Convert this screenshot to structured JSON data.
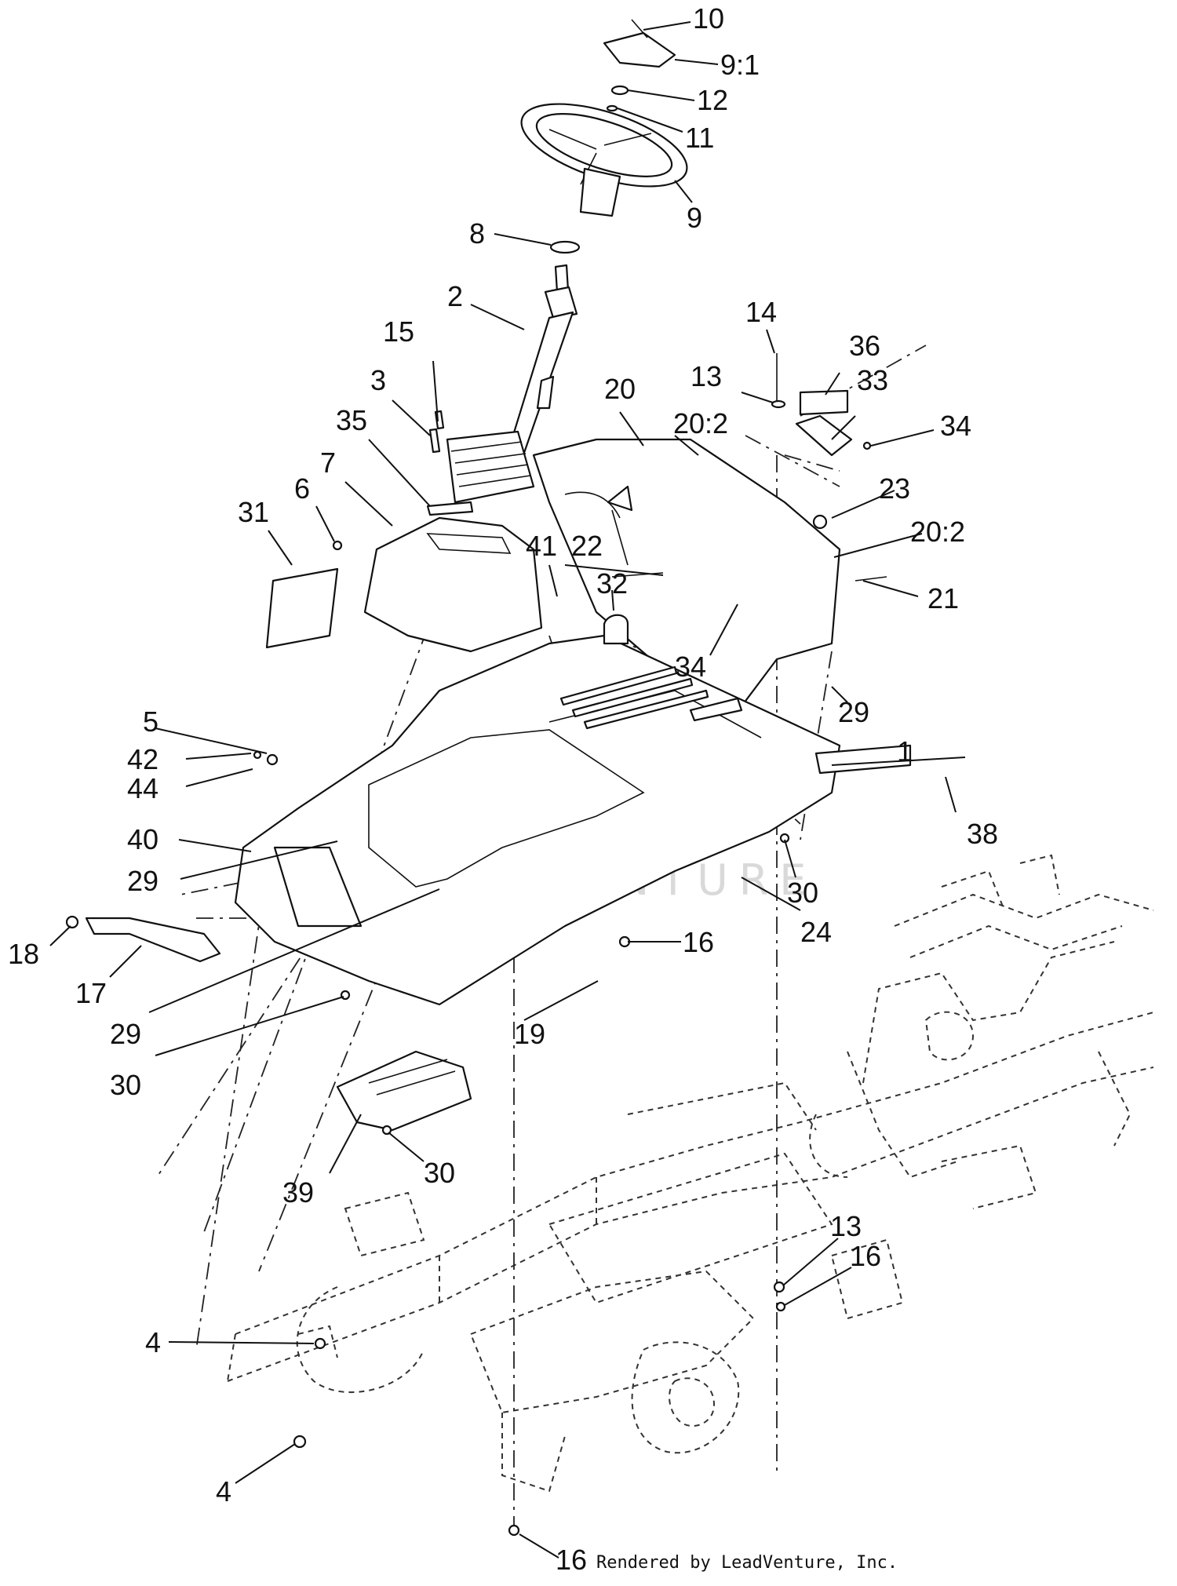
{
  "callouts": [
    {
      "id": "10",
      "text": "10"
    },
    {
      "id": "9-1",
      "text": "9:1"
    },
    {
      "id": "12",
      "text": "12"
    },
    {
      "id": "11",
      "text": "11"
    },
    {
      "id": "9",
      "text": "9"
    },
    {
      "id": "8",
      "text": "8"
    },
    {
      "id": "2",
      "text": "2"
    },
    {
      "id": "15",
      "text": "15"
    },
    {
      "id": "3",
      "text": "3"
    },
    {
      "id": "35",
      "text": "35"
    },
    {
      "id": "7",
      "text": "7"
    },
    {
      "id": "6",
      "text": "6"
    },
    {
      "id": "31",
      "text": "31"
    },
    {
      "id": "14",
      "text": "14"
    },
    {
      "id": "13-top",
      "text": "13"
    },
    {
      "id": "36",
      "text": "36"
    },
    {
      "id": "33",
      "text": "33"
    },
    {
      "id": "34-right",
      "text": "34"
    },
    {
      "id": "20",
      "text": "20"
    },
    {
      "id": "20-2-a",
      "text": "20:2"
    },
    {
      "id": "23",
      "text": "23"
    },
    {
      "id": "20-2-b",
      "text": "20:2"
    },
    {
      "id": "41",
      "text": "41"
    },
    {
      "id": "22",
      "text": "22"
    },
    {
      "id": "32",
      "text": "32"
    },
    {
      "id": "21",
      "text": "21"
    },
    {
      "id": "34-mid",
      "text": "34"
    },
    {
      "id": "29-right",
      "text": "29"
    },
    {
      "id": "1",
      "text": "1"
    },
    {
      "id": "38",
      "text": "38"
    },
    {
      "id": "5",
      "text": "5"
    },
    {
      "id": "42",
      "text": "42"
    },
    {
      "id": "44",
      "text": "44"
    },
    {
      "id": "40",
      "text": "40"
    },
    {
      "id": "29-left",
      "text": "29"
    },
    {
      "id": "30-right",
      "text": "30"
    },
    {
      "id": "24",
      "text": "24"
    },
    {
      "id": "18",
      "text": "18"
    },
    {
      "id": "17",
      "text": "17"
    },
    {
      "id": "16-mid",
      "text": "16"
    },
    {
      "id": "29-lower",
      "text": "29"
    },
    {
      "id": "19",
      "text": "19"
    },
    {
      "id": "30-left",
      "text": "30"
    },
    {
      "id": "39",
      "text": "39"
    },
    {
      "id": "30-bottom",
      "text": "30"
    },
    {
      "id": "13-lower",
      "text": "13"
    },
    {
      "id": "16-lower",
      "text": "16"
    },
    {
      "id": "4-upper",
      "text": "4"
    },
    {
      "id": "4-lower",
      "text": "4"
    },
    {
      "id": "16-bottom",
      "text": "16"
    }
  ],
  "watermark": "LEADVENTURE",
  "credit": "Rendered by LeadVenture, Inc."
}
